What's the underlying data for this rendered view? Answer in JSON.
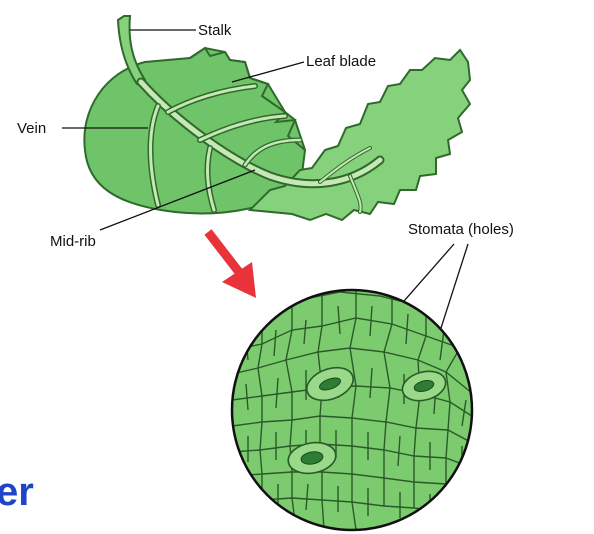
{
  "labels": {
    "stalk": "Stalk",
    "leaf_blade": "Leaf blade",
    "vein": "Vein",
    "mid_rib": "Mid-rib",
    "stomata": "Stomata (holes)"
  },
  "partial_text": "er",
  "colors": {
    "leaf_fill": "#6fc46a",
    "leaf_fill_light": "#86d27c",
    "leaf_stroke": "#2f6a2c",
    "vein": "#c6e8b4",
    "arrow": "#e8333a",
    "cell_fill": "#7ccb6f",
    "cell_fill_alt": "#6cbb60",
    "cell_stroke": "#2a5a28",
    "stoma_dark": "#2f7d35",
    "text_blue": "#1f44c8"
  }
}
